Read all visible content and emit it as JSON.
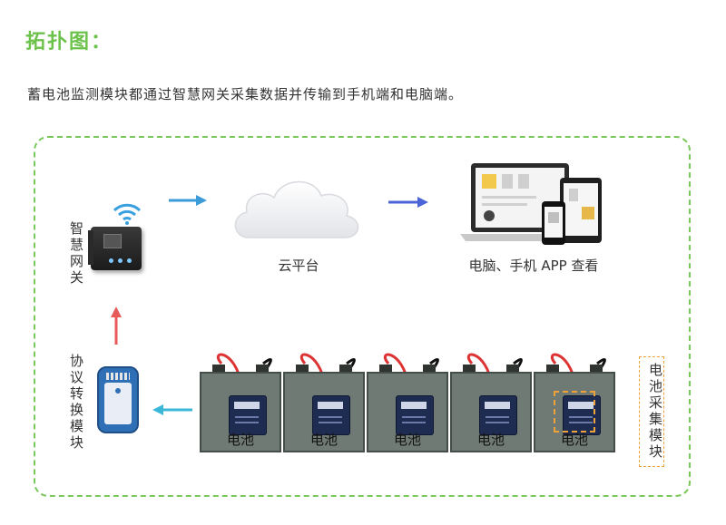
{
  "title": "拓扑图：",
  "description": "蓄电池监测模块都通过智慧网关采集数据并传输到手机端和电脑端。",
  "gateway": {
    "label": "智慧网关"
  },
  "cloud": {
    "label": "云平台"
  },
  "devices": {
    "label": "电脑、手机 APP 查看"
  },
  "converter": {
    "label": "协议转换模块"
  },
  "acquisition_module": {
    "label": "电池采集模块"
  },
  "batteries": [
    "电池",
    "电池",
    "电池",
    "电池",
    "电池"
  ],
  "colors": {
    "accent_green": "#6cc24a",
    "arrow_blue": "#3a9bd8",
    "arrow_indigo": "#4a63d6",
    "arrow_red": "#e85a5a",
    "arrow_cyan": "#3bb8d8",
    "highlight_orange": "#f0a23a"
  }
}
